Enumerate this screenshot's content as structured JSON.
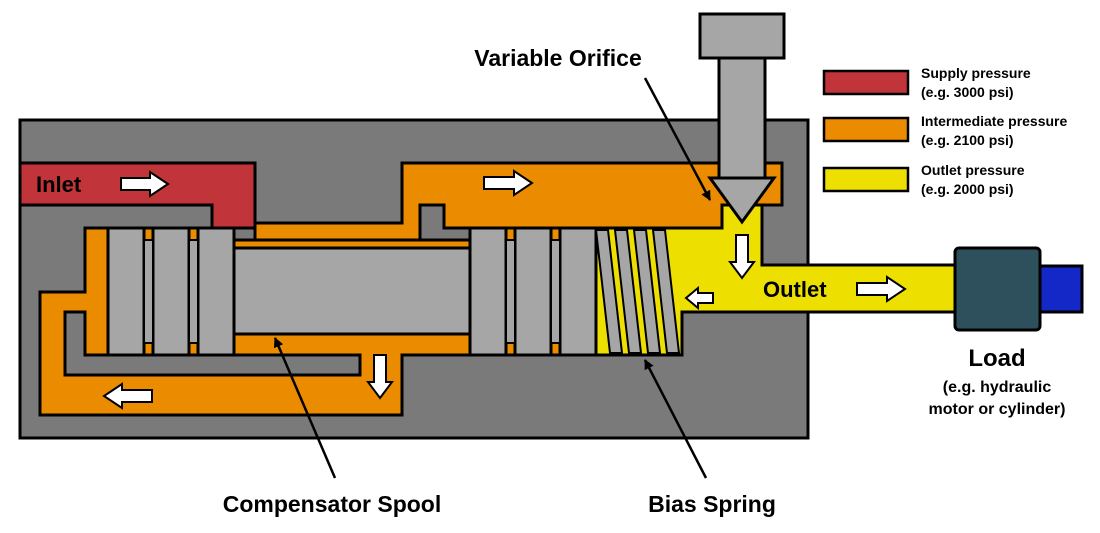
{
  "colors": {
    "supply": "#c0343a",
    "intermediate": "#eb8c00",
    "outlet": "#ede000",
    "body": "#7a7a7a",
    "spool": "#a6a6a6",
    "load": "#2e4f5c",
    "shaft": "#1428c8"
  },
  "labels": {
    "inlet": "Inlet",
    "outlet": "Outlet",
    "variable_orifice": "Variable Orifice",
    "compensator_spool": "Compensator Spool",
    "bias_spring": "Bias Spring",
    "load_title": "Load",
    "load_sub1": "(e.g. hydraulic",
    "load_sub2": "motor or cylinder)"
  },
  "legend": [
    {
      "label": "Supply pressure",
      "sub": "(e.g. 3000 psi)",
      "color": "#c0343a"
    },
    {
      "label": "Intermediate pressure",
      "sub": " (e.g. 2100 psi)",
      "color": "#eb8c00"
    },
    {
      "label": "Outlet pressure",
      "sub": "(e.g. 2000 psi)",
      "color": "#ede000"
    }
  ]
}
